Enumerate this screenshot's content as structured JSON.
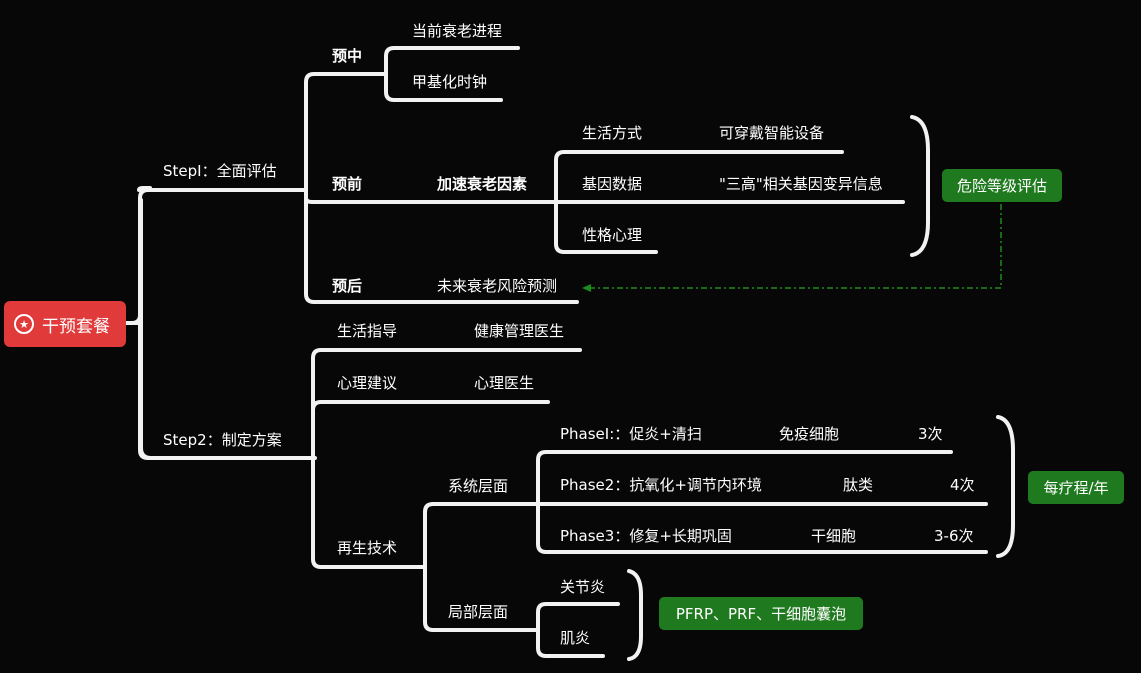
{
  "root": {
    "label": "干预套餐",
    "icon": "star-circle-icon",
    "color": "#e03a3a"
  },
  "tag_color": "#1f7a1f",
  "step1": {
    "label": "StepI：全面评估",
    "pre_mid": {
      "label": "预中",
      "items": [
        "当前衰老进程",
        "甲基化时钟"
      ]
    },
    "pre_before": {
      "label": "预前",
      "factor": "加速衰老因素",
      "items": [
        {
          "label": "生活方式",
          "detail": "可穿戴智能设备"
        },
        {
          "label": "基因数据",
          "detail": "\"三高\"相关基因变异信息"
        },
        {
          "label": "性格心理",
          "detail": ""
        }
      ],
      "summary": "危险等级评估"
    },
    "post": {
      "label": "预后",
      "item": "未来衰老风险预测"
    }
  },
  "step2": {
    "label": "Step2：制定方案",
    "life": {
      "label": "生活指导",
      "person": "健康管理医生"
    },
    "mental": {
      "label": "心理建议",
      "person": "心理医生"
    },
    "regen": {
      "label": "再生技术",
      "system": {
        "label": "系统层面",
        "phases": [
          {
            "label": "PhaseI:：促炎+清扫",
            "agent": "免疫细胞",
            "times": "3次"
          },
          {
            "label": "Phase2：抗氧化+调节内环境",
            "agent": "肽类",
            "times": "4次"
          },
          {
            "label": "Phase3：修复+长期巩固",
            "agent": "干细胞",
            "times": "3-6次"
          }
        ],
        "summary": "每疗程/年"
      },
      "local": {
        "label": "局部层面",
        "items": [
          "关节炎",
          "肌炎"
        ],
        "summary": "PFRP、PRF、干细胞囊泡"
      }
    }
  }
}
